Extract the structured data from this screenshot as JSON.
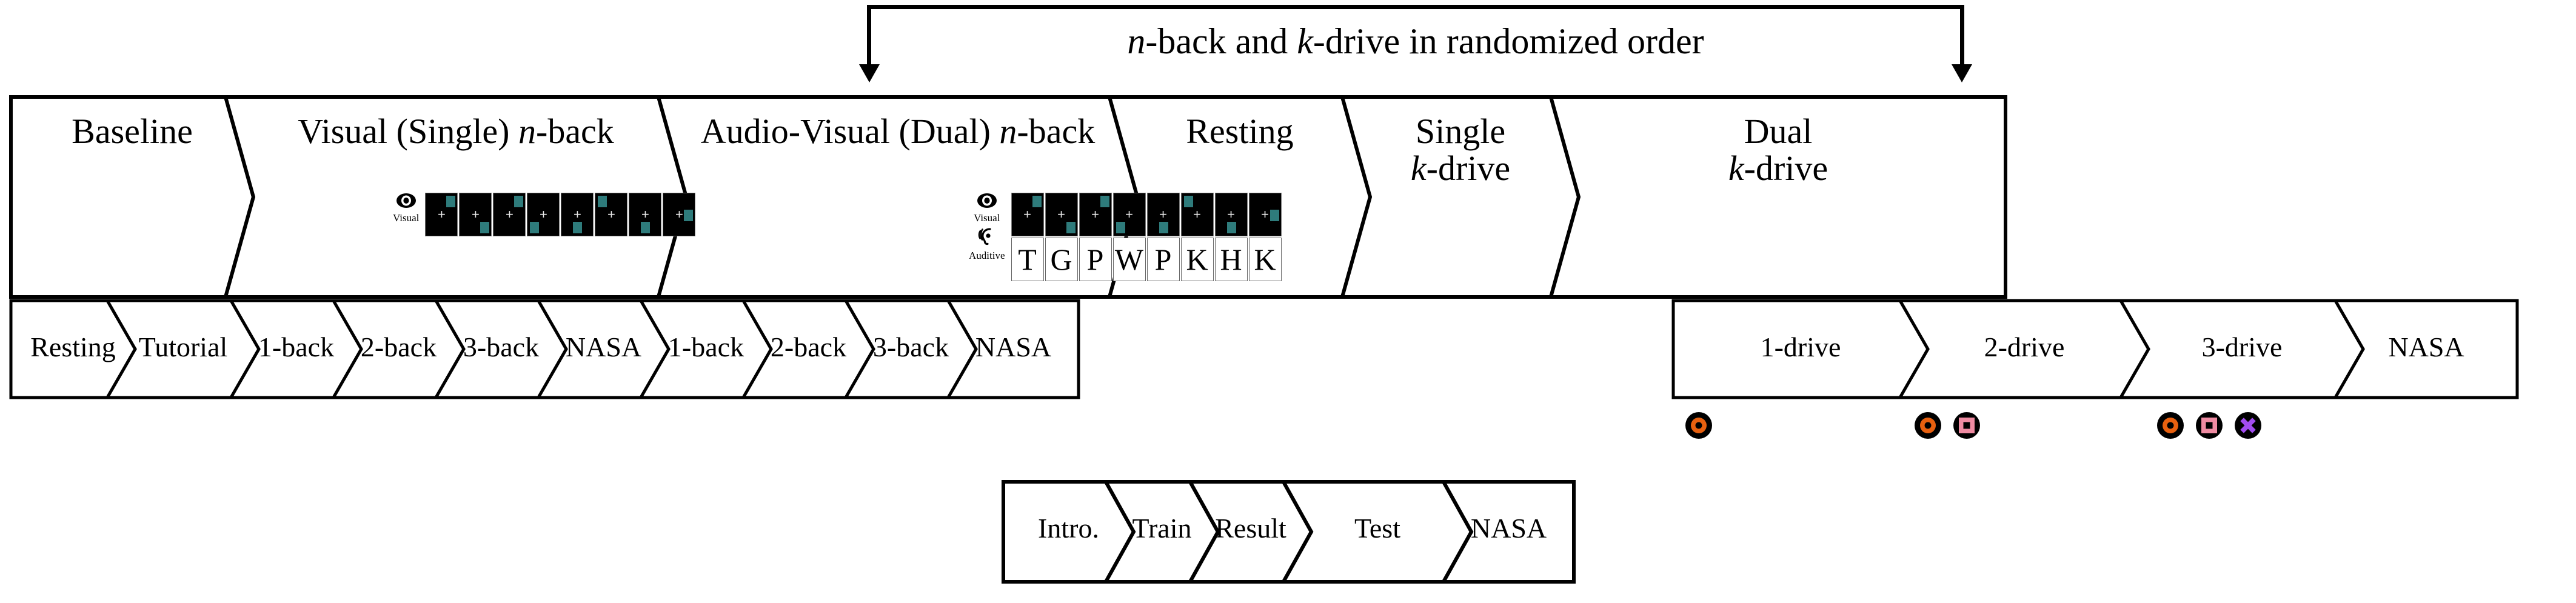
{
  "annotation": {
    "text": "n-back and k-drive in randomized order",
    "text_parts": [
      {
        "t": "n",
        "italic": true
      },
      {
        "t": "-back and ",
        "italic": false
      },
      {
        "t": "k",
        "italic": true
      },
      {
        "t": "-drive in randomized order",
        "italic": false
      }
    ]
  },
  "phase_row": [
    {
      "id": "baseline",
      "label_lines": [
        "Baseline"
      ]
    },
    {
      "id": "visual-single-nback",
      "label_lines": [
        "Visual (Single) n-back"
      ]
    },
    {
      "id": "audio-visual-dual-nback",
      "label_lines": [
        "Audio-Visual (Dual) n-back"
      ]
    },
    {
      "id": "resting",
      "label_lines": [
        "Resting"
      ]
    },
    {
      "id": "single-kdrive",
      "label_lines": [
        "Single",
        "k-drive"
      ]
    },
    {
      "id": "dual-kdrive",
      "label_lines": [
        "Dual",
        "k-drive"
      ]
    }
  ],
  "block_row_left": [
    {
      "id": "resting",
      "label": "Resting"
    },
    {
      "id": "tutorial",
      "label": "Tutorial"
    },
    {
      "id": "1-back-single",
      "label": "1-back"
    },
    {
      "id": "2-back-single",
      "label": "2-back"
    },
    {
      "id": "3-back-single",
      "label": "3-back"
    },
    {
      "id": "nasa-single",
      "label": "NASA"
    },
    {
      "id": "1-back-dual",
      "label": "1-back"
    },
    {
      "id": "2-back-dual",
      "label": "2-back"
    },
    {
      "id": "3-back-dual",
      "label": "3-back"
    },
    {
      "id": "nasa-dual",
      "label": "NASA"
    }
  ],
  "block_row_right": [
    {
      "id": "1-drive",
      "label": "1-drive"
    },
    {
      "id": "2-drive",
      "label": "2-drive"
    },
    {
      "id": "3-drive",
      "label": "3-drive"
    },
    {
      "id": "nasa-drive",
      "label": "NASA"
    }
  ],
  "drive_icons": [
    {
      "for": "1-drive",
      "icons": [
        "circle-target-icon"
      ]
    },
    {
      "for": "2-drive",
      "icons": [
        "circle-target-icon",
        "square-target-icon"
      ]
    },
    {
      "for": "3-drive",
      "icons": [
        "circle-target-icon",
        "square-target-icon",
        "cross-target-icon"
      ]
    }
  ],
  "detail_row": [
    {
      "id": "intro",
      "label": "Intro."
    },
    {
      "id": "train",
      "label": "Train"
    },
    {
      "id": "result",
      "label": "Result"
    },
    {
      "id": "test",
      "label": "Test"
    },
    {
      "id": "nasa",
      "label": "NASA"
    }
  ],
  "stimuli": {
    "single": {
      "modality_label": "Visual",
      "modality_icon": "eye-icon",
      "visual_sequence": [
        {
          "top": "right",
          "bottom": "none"
        },
        {
          "top": "none",
          "bottom": "right"
        },
        {
          "top": "right",
          "bottom": "none"
        },
        {
          "top": "none",
          "bottom": "left"
        },
        {
          "top": "none",
          "bottom": "center"
        },
        {
          "top": "left",
          "bottom": "none"
        },
        {
          "top": "none",
          "bottom": "center"
        },
        {
          "top": "none",
          "bottom": "none",
          "mid_right": true
        }
      ]
    },
    "dual": {
      "visual_label": "Visual",
      "visual_icon": "eye-icon",
      "auditive_label": "Auditive",
      "auditive_icon": "ear-icon",
      "visual_sequence": [
        {
          "top": "right",
          "bottom": "none"
        },
        {
          "top": "none",
          "bottom": "right"
        },
        {
          "top": "right",
          "bottom": "none"
        },
        {
          "top": "none",
          "bottom": "left"
        },
        {
          "top": "none",
          "bottom": "center"
        },
        {
          "top": "left",
          "bottom": "none"
        },
        {
          "top": "none",
          "bottom": "center"
        },
        {
          "top": "none",
          "bottom": "none",
          "mid_right": true
        }
      ],
      "auditive_sequence": [
        "T",
        "G",
        "P",
        "W",
        "P",
        "K",
        "H",
        "K"
      ]
    }
  },
  "colors": {
    "stimulus_square": "#2e7b7b",
    "stimulus_background": "#000000",
    "icon_orange": "#e8600f",
    "icon_pink": "#ef8ba2",
    "icon_purple": "#a24cf0",
    "outline": "#000000",
    "page_background": "#ffffff"
  }
}
